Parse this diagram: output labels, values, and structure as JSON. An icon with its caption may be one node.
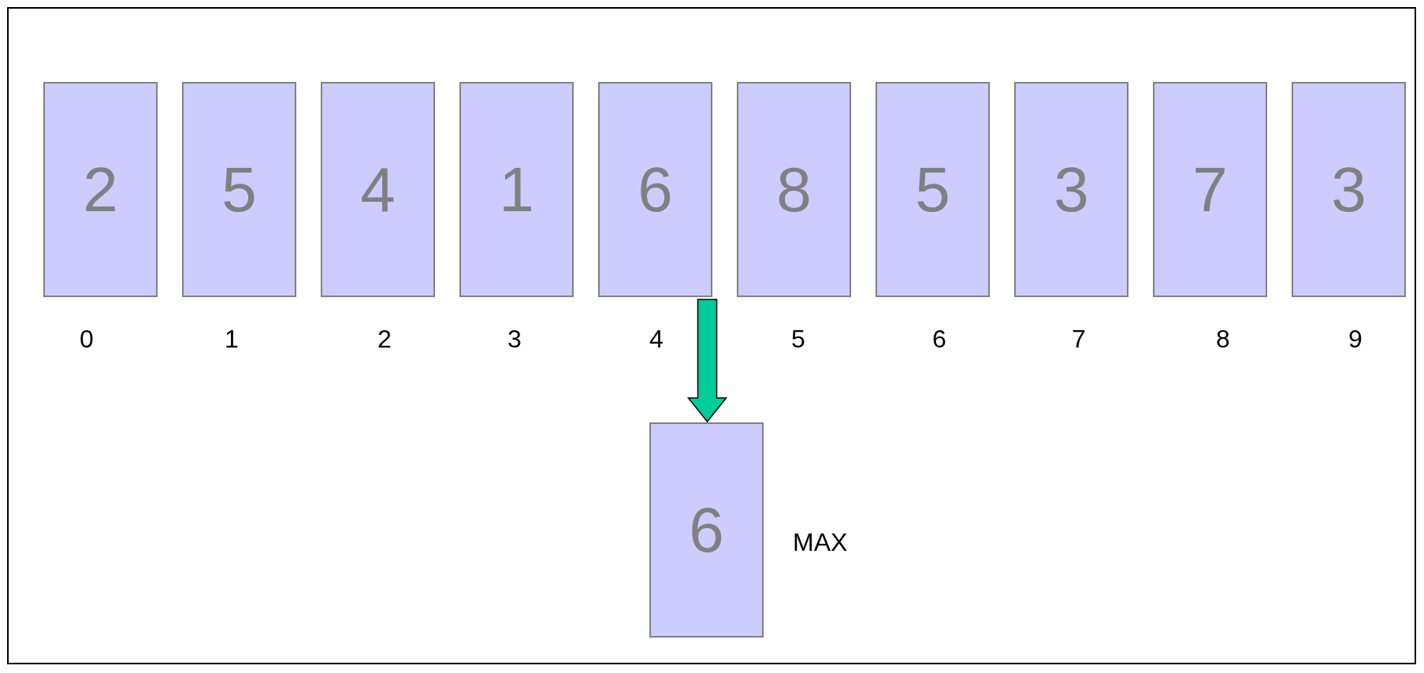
{
  "diagram": {
    "nodes": [
      {
        "text": [
          "2"
        ],
        "beside": [
          "0"
        ]
      },
      {
        "text": [
          "5"
        ],
        "beside": [
          "1"
        ]
      },
      {
        "text": [
          "4"
        ],
        "beside": [
          "2"
        ]
      },
      {
        "text": [
          "1"
        ],
        "beside": [
          "3"
        ]
      },
      {
        "text": [
          "6"
        ],
        "beside": [
          "4"
        ]
      },
      {
        "text": [
          "8"
        ],
        "beside": [
          "5"
        ]
      },
      {
        "text": [
          "5"
        ],
        "beside": [
          "6"
        ]
      },
      {
        "text": [
          "3"
        ],
        "beside": [
          "7"
        ]
      },
      {
        "text": [
          "7"
        ],
        "beside": [
          "8"
        ]
      },
      {
        "text": [
          "3"
        ],
        "beside": [
          "9"
        ]
      },
      {
        "text": [
          "6"
        ],
        "beside": [
          "MAX"
        ]
      }
    ],
    "edges": [
      {
        "from": 4,
        "to": 10,
        "arrow": "to"
      }
    ]
  }
}
